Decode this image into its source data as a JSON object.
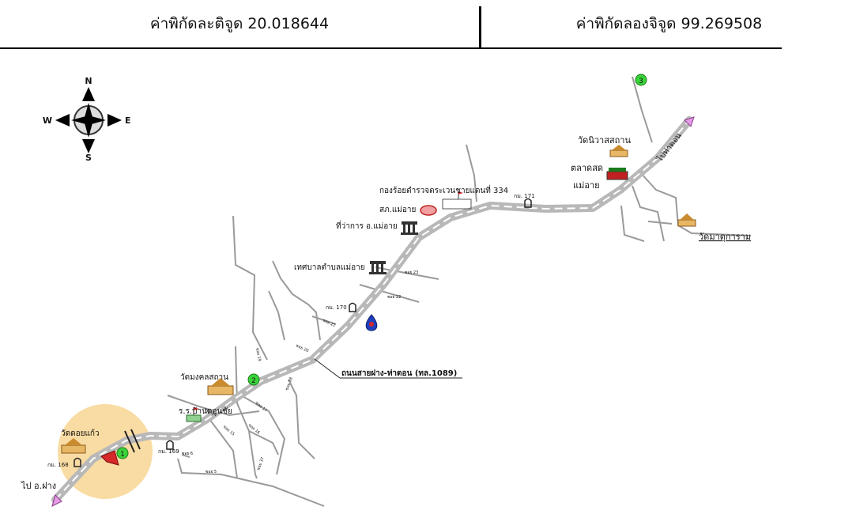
{
  "header": {
    "latitude_label": "ค่าพิกัดละติจูด 20.018644",
    "longitude_label": "ค่าพิกัดลองจิจูด 99.269508"
  },
  "compass": {
    "n": "N",
    "s": "S",
    "e": "E",
    "w": "W"
  },
  "labels": {
    "wat_doi_kaeo": "วัดดอยแก้ว",
    "km168": "กม. 168",
    "km169": "กม. 169",
    "km170": "กม. 170",
    "km171": "กม. 171",
    "to_fang": "ไป อ.ฝาง",
    "to_tha_ton": "ไปท่าตอน",
    "school": "ร.ร.บ้านดอนชัย",
    "wat_mongkhon": "วัดมงคลสถาน",
    "road_name": "ถนนสายฝาง-ท่าตอน (ทล.1089)",
    "municipality": "เทศบาลตำบลแม่อาย",
    "district_office": "ที่ว่าการ อ.แม่อาย",
    "police": "สภ.แม่อาย",
    "border_patrol": "กองร้อยตำรวจตระเวนชายแดนที่ 334",
    "market_line1": "ตลาดสด",
    "market_line2": "แม่อาย",
    "wat_niwat": "วัดนิวาสสถาน",
    "wat_matu": "วัดมาตุการาม",
    "soi1": "ซอย 23",
    "soi2": "ซอย 22",
    "soi3": "ซอย 21",
    "soi4": "ซอย 20",
    "soi5": "ซอย 19",
    "soi6": "ซอย 18",
    "soi7": "ซอย 17",
    "soi8": "ซอย 16",
    "soi9": "ซอย 15",
    "soi10": "ซอย 14",
    "soi11": "ซอย 6",
    "soi12": "ซอย 5",
    "soi13": "ซอย 37"
  },
  "markers": {
    "m1": "1",
    "m2": "2",
    "m3": "3"
  },
  "colors": {
    "road_fill": "#b8b8b8",
    "road_dash": "#ffffff",
    "side_road": "#9a9a9a",
    "highlight": "#f9dca3",
    "marker": "#39d339",
    "arrow": "#e59be5",
    "temple": "#e8b765"
  }
}
